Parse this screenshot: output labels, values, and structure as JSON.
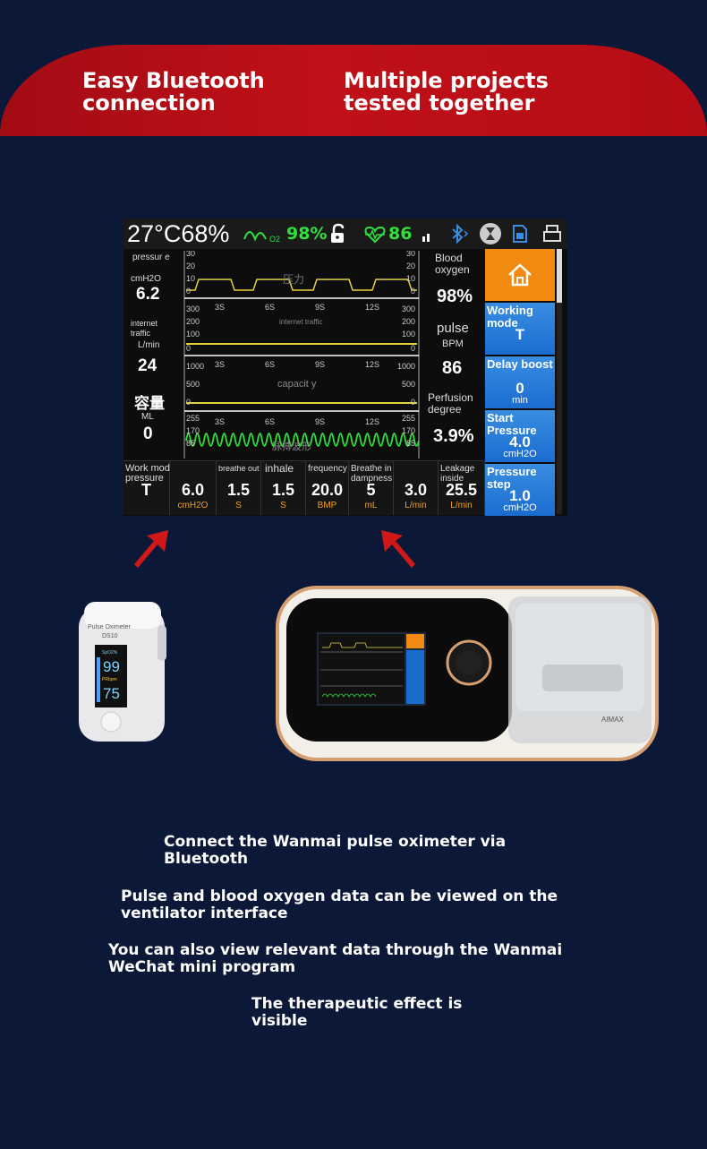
{
  "banner": {
    "left_text": "Easy Bluetooth connection",
    "right_text": "Multiple projects tested together"
  },
  "screen": {
    "status": {
      "temp_humidity": "27°C68%",
      "o2_tag": "O2",
      "spo2": "98%",
      "pulse": "86"
    },
    "left": {
      "pressure_label": "pressur e",
      "pressure_unit": "cmH2O",
      "pressure_value": "6.2",
      "traffic_label": "internet traffic",
      "traffic_unit": "L/min",
      "traffic_value": "24",
      "capacity_label": "容量",
      "capacity_unit": "ML",
      "capacity_value": "0"
    },
    "plots": {
      "pressure_ticks": [
        "30",
        "20",
        "10",
        "0"
      ],
      "flow_ticks": [
        "300",
        "200",
        "100",
        "0"
      ],
      "volume_ticks": [
        "1000",
        "500",
        "0"
      ],
      "pleth_ticks": [
        "255",
        "170",
        "85"
      ],
      "time_ticks": [
        "3S",
        "6S",
        "9S",
        "12S"
      ],
      "pressure_overlay": "压力",
      "flow_overlay": "internet traffic",
      "volume_overlay": "capacit y",
      "pleth_overlay": "脉搏波形"
    },
    "right": {
      "oxygen_label": "Blood oxygen",
      "oxygen_value": "98%",
      "pulse_label": "pulse",
      "pulse_unit": "BPM",
      "pulse_value": "86",
      "perfusion_label": "Perfusion degree",
      "perfusion_value": "3.9%"
    },
    "bottom": [
      {
        "label": "Work mode target pressure",
        "value": "T",
        "unit": ""
      },
      {
        "label": "",
        "value": "6.0",
        "unit": "cmH2O"
      },
      {
        "label": "breathe out",
        "value": "1.5",
        "unit": "S"
      },
      {
        "label": "inhale",
        "value": "1.5",
        "unit": "S"
      },
      {
        "label": "frequency",
        "value": "20.0",
        "unit": "BMP"
      },
      {
        "label": "Breathe in the dampness",
        "value": "5",
        "unit": "mL"
      },
      {
        "label": "",
        "value": "3.0",
        "unit": "L/min"
      },
      {
        "label": "Leakage inside",
        "value": "25.5",
        "unit": "L/min"
      }
    ],
    "side": [
      {
        "label": "Working mode",
        "value": "T",
        "unit": ""
      },
      {
        "label": "Delay boost",
        "value": "0",
        "unit": "min"
      },
      {
        "label": "Start Pressure",
        "value": "4.0",
        "unit": "cmH2O"
      },
      {
        "label": "Pressure step",
        "value": "1.0",
        "unit": "cmH2O"
      }
    ]
  },
  "oximeter": {
    "brand": "Pulse Oximeter",
    "model": "DS10",
    "spo2_tag": "SpO2%",
    "spo2_value": "99",
    "pr_tag": "PRbpm",
    "pr_value": "75"
  },
  "ventilator_device": {
    "brand_mark": "AIMAX"
  },
  "captions": {
    "line1": "Connect the Wanmai pulse oximeter via Bluetooth",
    "line2": "Pulse and blood oxygen data can be viewed on the ventilator interface",
    "line3": "You can also view relevant data through the Wanmai WeChat mini program",
    "line4": "The therapeutic effect is visible"
  },
  "colors": {
    "banner_red": "#b50d15",
    "background": "#0c1838",
    "accent_green": "#2fe03a",
    "accent_orange": "#f08a10",
    "accent_blue": "#1a6dd0"
  }
}
